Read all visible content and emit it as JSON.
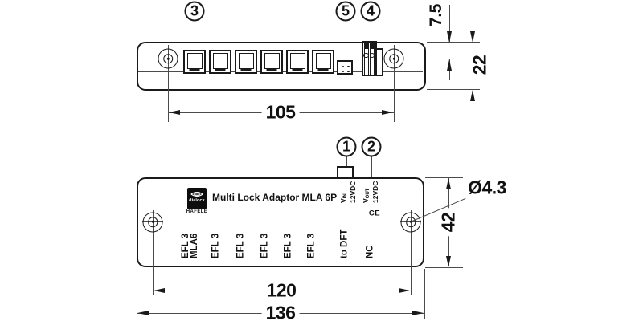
{
  "colors": {
    "line": "#1a1a1a",
    "thin_line": "#4b4b4b",
    "text": "#111111",
    "logo_bg": "#0d0d0d",
    "background": "#ffffff"
  },
  "device": {
    "title": "Multi Lock Adaptor MLA 6P",
    "brand": "dialock",
    "company": "HÄFELE",
    "ce_mark": "CE",
    "logo_icon": "dialock-arcs-icon"
  },
  "callouts": {
    "c1": "1",
    "c2": "2",
    "c3": "3",
    "c4": "4",
    "c5": "5"
  },
  "dimensions": {
    "top_hole_spacing": "105",
    "top_edge_to_holes": "7.5",
    "top_height": "22",
    "bottom_hole_spacing": "120",
    "overall_width": "136",
    "overall_depth": "42",
    "hole_diameter": "Ø4.3"
  },
  "power_labels": {
    "vin_v": "V",
    "vin_sub": "IN",
    "vin_value": "12VDC",
    "vout_v": "V",
    "vout_sub": "OUT",
    "vout_value": "12VDC"
  },
  "port_labels": [
    {
      "line1": "EFL 3",
      "line2": "MLA6"
    },
    {
      "line1": "EFL 3",
      "line2": ""
    },
    {
      "line1": "EFL 3",
      "line2": ""
    },
    {
      "line1": "EFL 3",
      "line2": ""
    },
    {
      "line1": "EFL 3",
      "line2": ""
    },
    {
      "line1": "EFL 3",
      "line2": ""
    },
    {
      "line1": "to DFT",
      "line2": ""
    },
    {
      "line1": "NC",
      "line2": ""
    }
  ]
}
